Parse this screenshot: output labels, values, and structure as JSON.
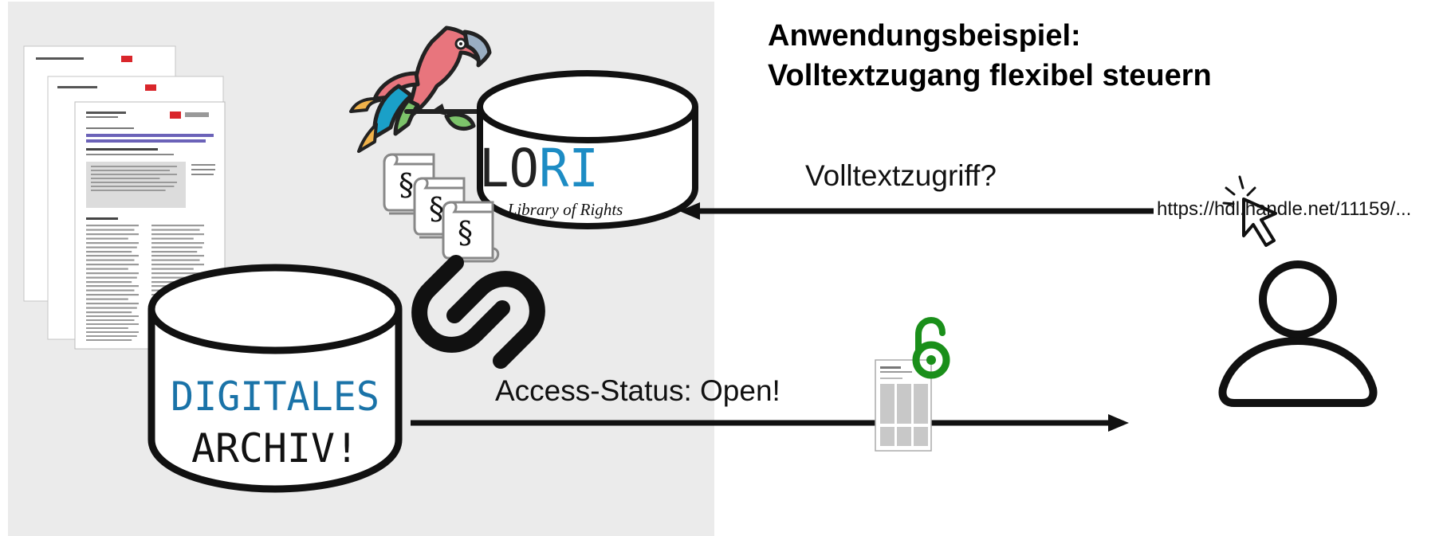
{
  "slide": {
    "title_line1": "Anwendungsbeispiel:",
    "title_line2": "Volltextzugang flexibel steuern"
  },
  "lori": {
    "logo_text": "LORI",
    "subtitle": "Library of Rights",
    "colors": {
      "dark": "#222222",
      "accent": "#1d8cc4"
    }
  },
  "archive": {
    "line1": "DIGITALES",
    "line2": "ARCHIV!",
    "colors": {
      "line1": "#1a73a8",
      "line2": "#111111"
    }
  },
  "flows": {
    "query_label": "Volltextzugriff?",
    "url_label": "https://hdl.handle.net/11159/...",
    "status_label": "Access-Status: Open!"
  },
  "symbols": {
    "paragraph": "§",
    "icons": [
      "parrot-icon",
      "paragraph-scroll-icon",
      "chain-link-icon",
      "document-stack-icon",
      "open-access-icon",
      "user-icon",
      "click-cursor-icon"
    ],
    "open_access_color": "#1a8f1a"
  }
}
